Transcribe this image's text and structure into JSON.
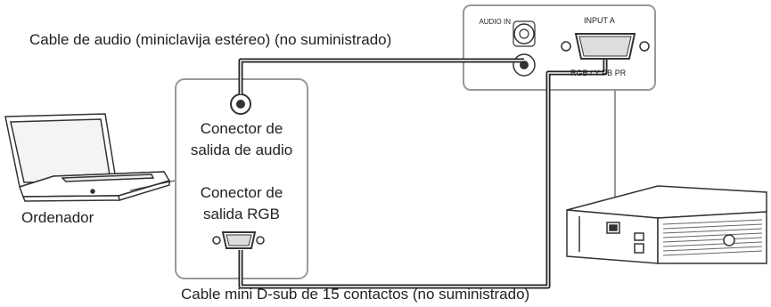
{
  "labels": {
    "audio_cable": "Cable de audio (miniclavija estéreo) (no suministrado)",
    "vga_cable": "Cable mini D-sub de 15 contactos (no suministrado)",
    "computer": "Ordenador"
  },
  "computer_panel": {
    "audio_connector": "Conector de salida de audio",
    "rgb_connector": "Conector de salida RGB"
  },
  "projector_panel": {
    "audio_in": "AUDIO IN",
    "input_a": "INPUT A",
    "rgb_ypbpr": "RGB / Y PB PR"
  }
}
